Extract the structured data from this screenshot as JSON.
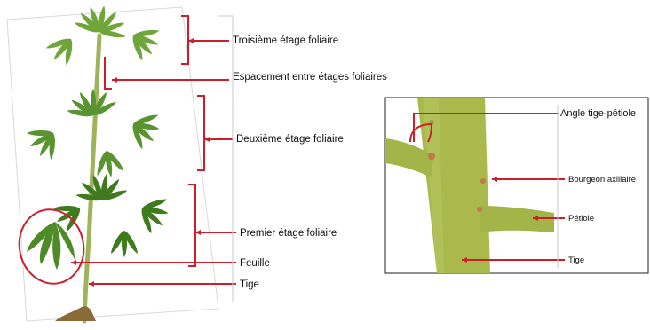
{
  "colors": {
    "annotation": "#cc1f2b",
    "leaf_dark": "#3f7a1e",
    "leaf_light": "#7fae3c",
    "stem": "#a7b95a",
    "stem_closeup": "#a9b94c",
    "photo_bg": "#ffffff"
  },
  "plant_labels": {
    "third_tier": "Troisième étage foliaire",
    "spacing": "Espacement entre étages foliaires",
    "second_tier": "Deuxième étage foliaire",
    "first_tier": "Premier étage foliaire",
    "leaf": "Feuille",
    "stem": "Tige"
  },
  "closeup_labels": {
    "angle": "Angle tige-pétiole",
    "bud": "Bourgeon axillaire",
    "petiole": "Pétiole",
    "stem": "Tige"
  },
  "icons": {
    "plant_photo": "cassava-plant-illustration",
    "stem_closeup_photo": "stem-closeup-illustration"
  }
}
